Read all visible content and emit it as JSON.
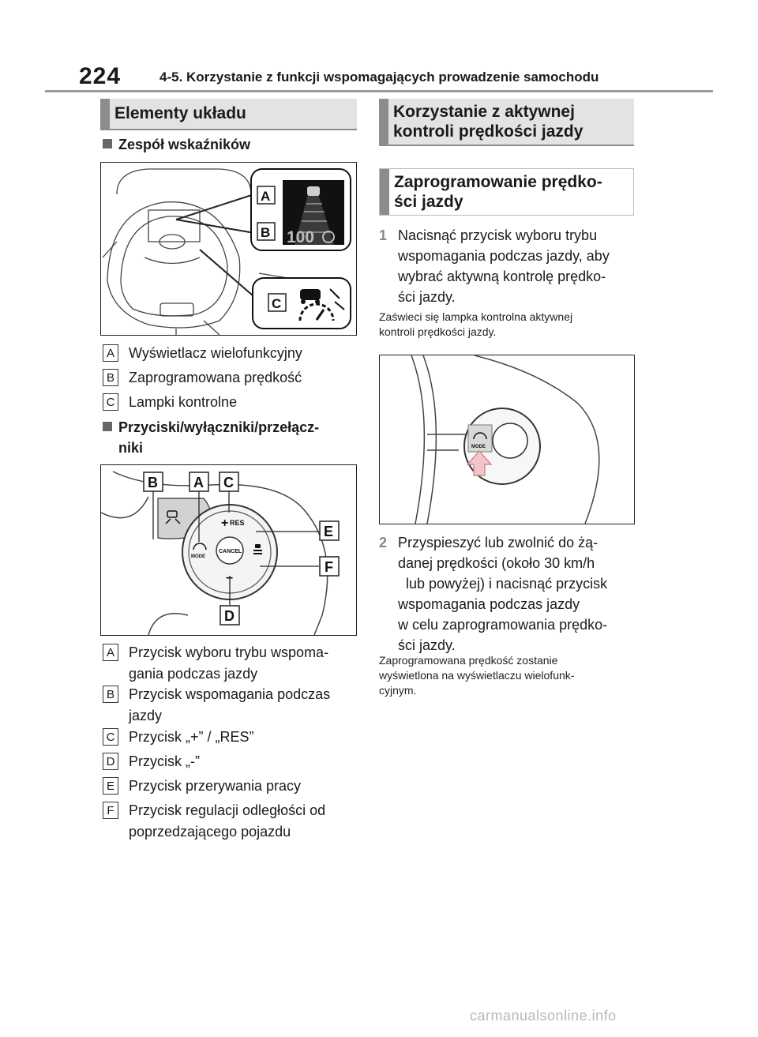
{
  "header": {
    "page_number": "224",
    "chapter_title": "4-5. Korzystanie z funkcji wspomagających prowadzenie samochodu"
  },
  "left": {
    "section_title": "Elementy układu",
    "sub1": "Zespół wskaźników",
    "fig1_labels": [
      "A",
      "B",
      "C"
    ],
    "fig1_speed": "100",
    "items1": [
      {
        "letter": "A",
        "text": "Wyświetlacz wielofunkcyjny"
      },
      {
        "letter": "B",
        "text": "Zaprogramowana prędkość"
      },
      {
        "letter": "C",
        "text": "Lampki kontrolne"
      }
    ],
    "sub2_line1": "Przyciski/wyłączniki/przełącz-",
    "sub2_line2": "niki",
    "fig2_labels": [
      "B",
      "A",
      "C",
      "E",
      "F",
      "D"
    ],
    "fig2_texts": {
      "res": "RES",
      "cancel": "CANCEL",
      "mode": "MODE",
      "plus": "+",
      "minus": "−"
    },
    "items2": [
      {
        "letter": "A",
        "text": "Przycisk wyboru trybu wspoma-",
        "text2": "gania podczas jazdy"
      },
      {
        "letter": "B",
        "text": "Przycisk wspomagania podczas",
        "text2": "jazdy"
      },
      {
        "letter": "C",
        "text": "Przycisk „+” / „RES”"
      },
      {
        "letter": "D",
        "text": "Przycisk „-”"
      },
      {
        "letter": "E",
        "text": "Przycisk przerywania pracy"
      },
      {
        "letter": "F",
        "text": "Przycisk regulacji odległości od",
        "text2": "poprzedzającego pojazdu"
      }
    ]
  },
  "right": {
    "section_title_line1": "Korzystanie z aktywnej",
    "section_title_line2": "kontroli prędkości jazdy",
    "sub_title_line1": "Zaprogramowanie prędko-",
    "sub_title_line2": "ści jazdy",
    "step1": {
      "num": "1",
      "lines": [
        "Nacisnąć przycisk wyboru trybu",
        "wspomagania podczas jazdy, aby",
        "wybrać aktywną kontrolę prędko-",
        "ści jazdy."
      ]
    },
    "note1": [
      "Zaświeci się lampka kontrolna aktywnej",
      "kontroli prędkości jazdy."
    ],
    "fig3_mode": "MODE",
    "step2": {
      "num": "2",
      "lines": [
        "Przyspieszyć lub zwolnić do żą-",
        "danej prędkości (około 30 km/h",
        "  lub powyżej) i nacisnąć przycisk",
        "wspomagania podczas jazdy",
        "w celu zaprogramowania prędko-",
        "ści jazdy."
      ]
    },
    "note2": [
      "Zaprogramowana prędkość zostanie",
      "wyświetlona na wyświetlaczu wielofunk-",
      "cyjnym."
    ]
  },
  "watermark": "carmanualsonline.info"
}
